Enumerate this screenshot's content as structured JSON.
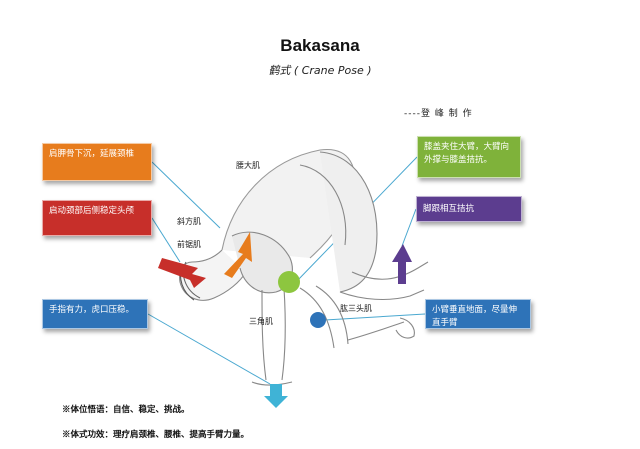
{
  "title": "Bakasana",
  "subtitle": "鹤式 ( Crane Pose )",
  "author": "----登 峰  制 作",
  "boxes": {
    "shoulder_blade": "肩胛骨下沉，延展颈椎",
    "neck_back": "启动颈部后侧稳定头颅",
    "fingers": "手指有力，虎口压稳。",
    "knees": "膝盖夹住大臂，大臂向外撑与膝盖拮抗。",
    "heels": "脚跟相互拮抗",
    "forearm": "小臂垂直地面，尽量伸直手臂"
  },
  "muscles": {
    "psoas": "腰大肌",
    "trapezius": "斜方肌",
    "serratus": "前锯肌",
    "deltoid": "三角肌",
    "triceps": "肱三头肌"
  },
  "notes": {
    "mindset": "※体位悟语：自信、稳定、挑战。",
    "benefits": "※体式功效：理疗肩颈椎、腰椎、提高手臂力量。"
  },
  "colors": {
    "orange": "#e77c1d",
    "red": "#c72f2a",
    "blue": "#2e73b8",
    "green": "#7fb23a",
    "purple": "#5c3d8f",
    "cyan": "#3fb3d6"
  }
}
